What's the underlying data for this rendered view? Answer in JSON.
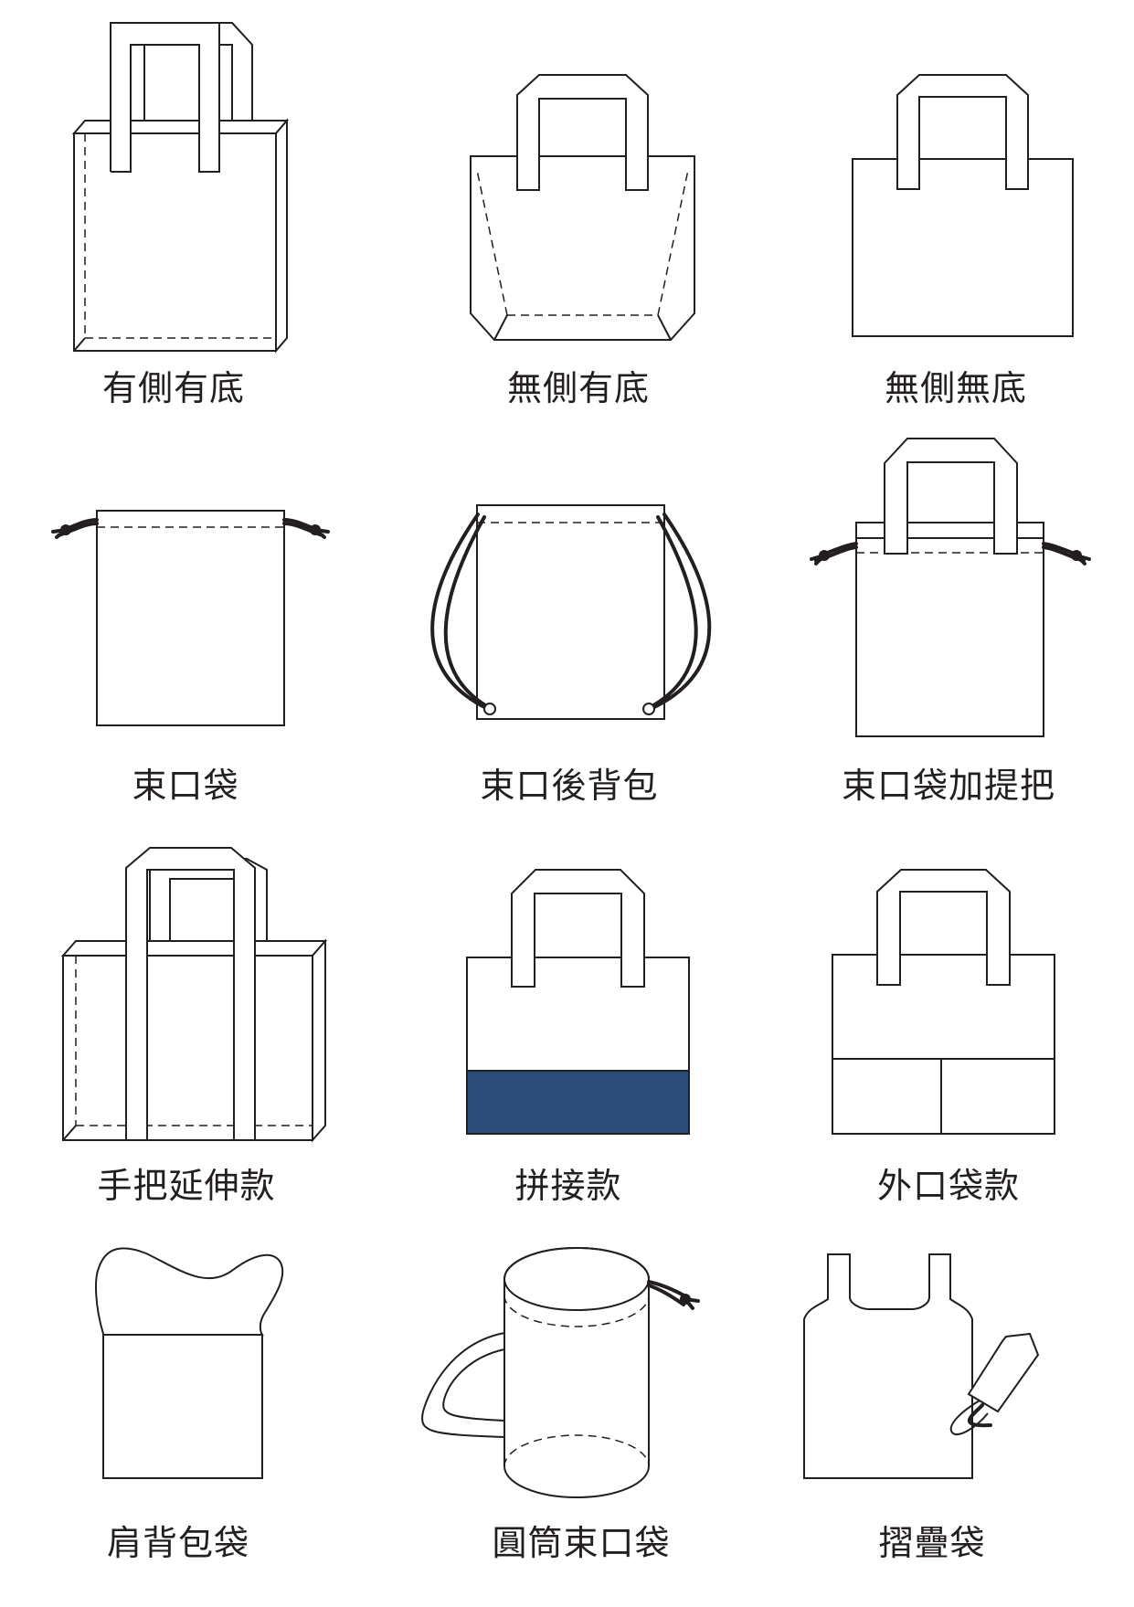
{
  "colors": {
    "line": "#231f20",
    "accent_panel": "#2b4c76",
    "background": "#ffffff"
  },
  "bags": [
    {
      "id": "bag-with-gusset-and-base",
      "label": "有側有底"
    },
    {
      "id": "bag-no-gusset-with-base",
      "label": "無側有底"
    },
    {
      "id": "bag-no-gusset-no-base",
      "label": "無側無底"
    },
    {
      "id": "drawstring-bag",
      "label": "束口袋"
    },
    {
      "id": "drawstring-backpack",
      "label": "束口後背包"
    },
    {
      "id": "drawstring-bag-with-handles",
      "label": "束口袋加提把"
    },
    {
      "id": "extended-handle-bag",
      "label": "手把延伸款"
    },
    {
      "id": "two-tone-panel-bag",
      "label": "拼接款"
    },
    {
      "id": "outer-pocket-bag",
      "label": "外口袋款"
    },
    {
      "id": "shoulder-bag",
      "label": "肩背包袋"
    },
    {
      "id": "cylinder-drawstring-bag",
      "label": "圓筒束口袋"
    },
    {
      "id": "foldable-bag",
      "label": "摺疊袋"
    }
  ]
}
